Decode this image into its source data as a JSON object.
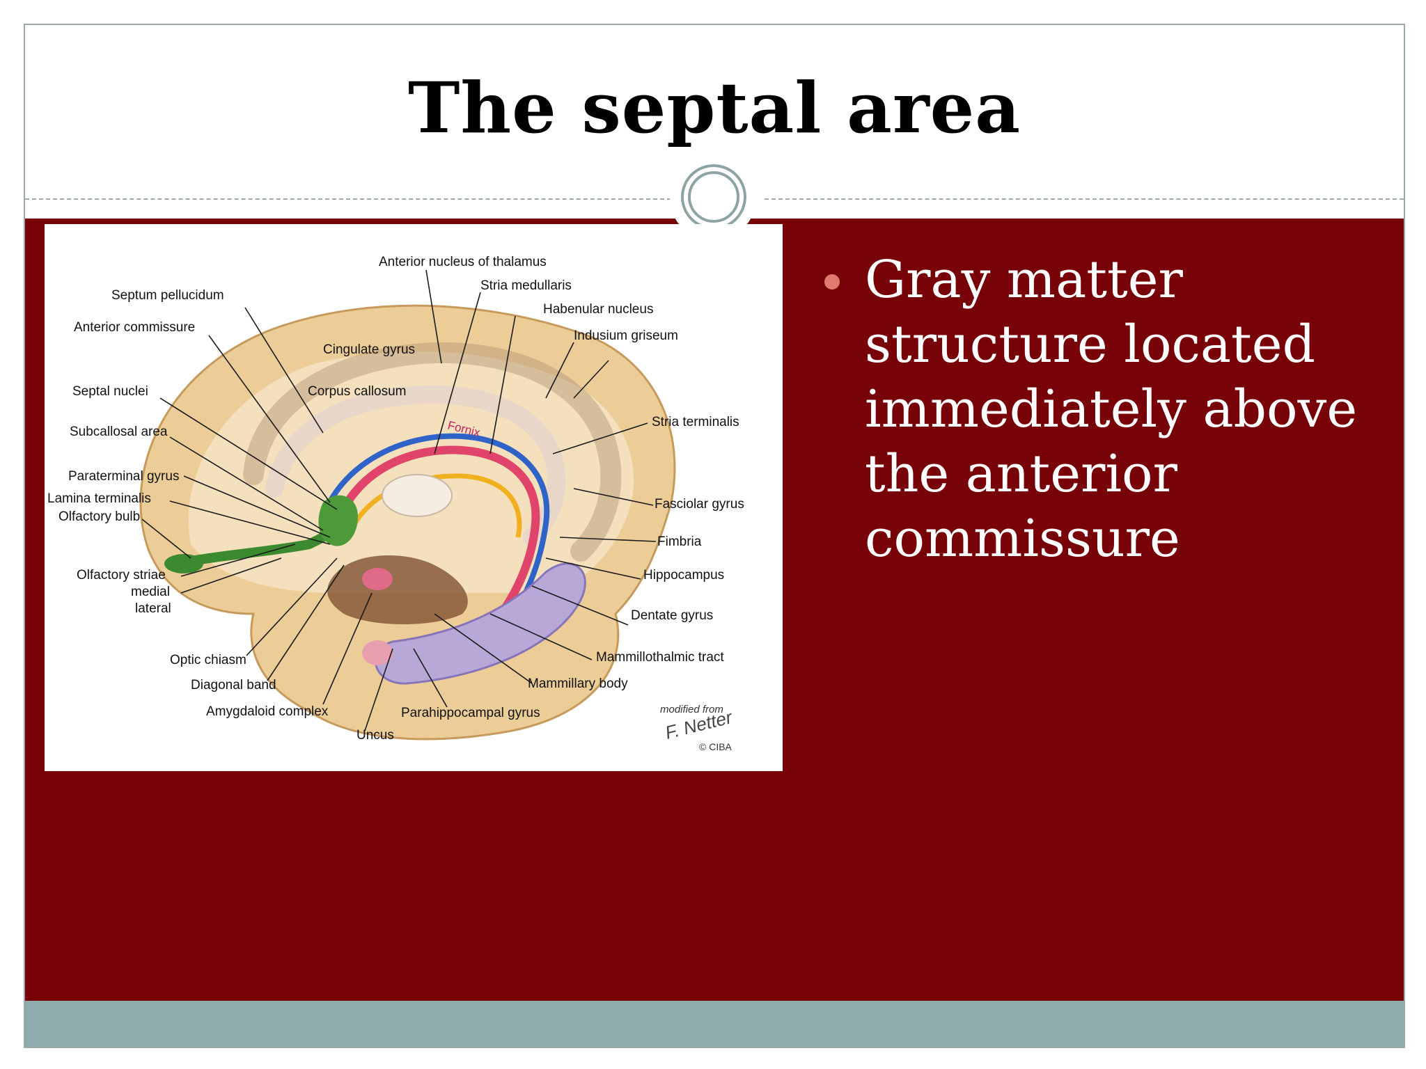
{
  "slide": {
    "title": "The septal area",
    "bullets": [
      "Gray matter structure located immediately above the anterior commissure"
    ]
  },
  "figure": {
    "labels": {
      "septum_pellucidum": "Septum pellucidum",
      "anterior_commissure": "Anterior commissure",
      "septal_nuclei": "Septal nuclei",
      "subcallosal_area": "Subcallosal area",
      "paraterminal_gyrus": "Paraterminal gyrus",
      "lamina_terminalis": "Lamina terminalis",
      "olfactory_bulb": "Olfactory bulb",
      "olfactory_striae": "Olfactory striae",
      "medial": "medial",
      "lateral": "lateral",
      "optic_chiasm": "Optic chiasm",
      "diagonal_band": "Diagonal band",
      "amygdaloid_complex": "Amygdaloid complex",
      "uncus": "Uncus",
      "parahippocampal_gyrus": "Parahippocampal gyrus",
      "mammillary_body": "Mammillary body",
      "mammillothalmic_tract": "Mammillothalmic tract",
      "dentate_gyrus": "Dentate gyrus",
      "hippocampus": "Hippocampus",
      "fimbria": "Fimbria",
      "fasciolar_gyrus": "Fasciolar gyrus",
      "stria_terminalis": "Stria terminalis",
      "indusium_griseum": "Indusium griseum",
      "habenular_nucleus": "Habenular nucleus",
      "stria_medullaris": "Stria medullaris",
      "anterior_nucleus_thalamus": "Anterior nucleus of thalamus",
      "cingulate_gyrus": "Cingulate gyrus",
      "corpus_callosum": "Corpus callosum",
      "fornix": "Fornix"
    },
    "credit": "modified from",
    "signature": "F. Netter",
    "copyright": "© CIBA"
  },
  "colors": {
    "body": "#770309",
    "footer": "#8fabab",
    "bullet": "#e07a6e",
    "ring": "#8ea3a3"
  }
}
